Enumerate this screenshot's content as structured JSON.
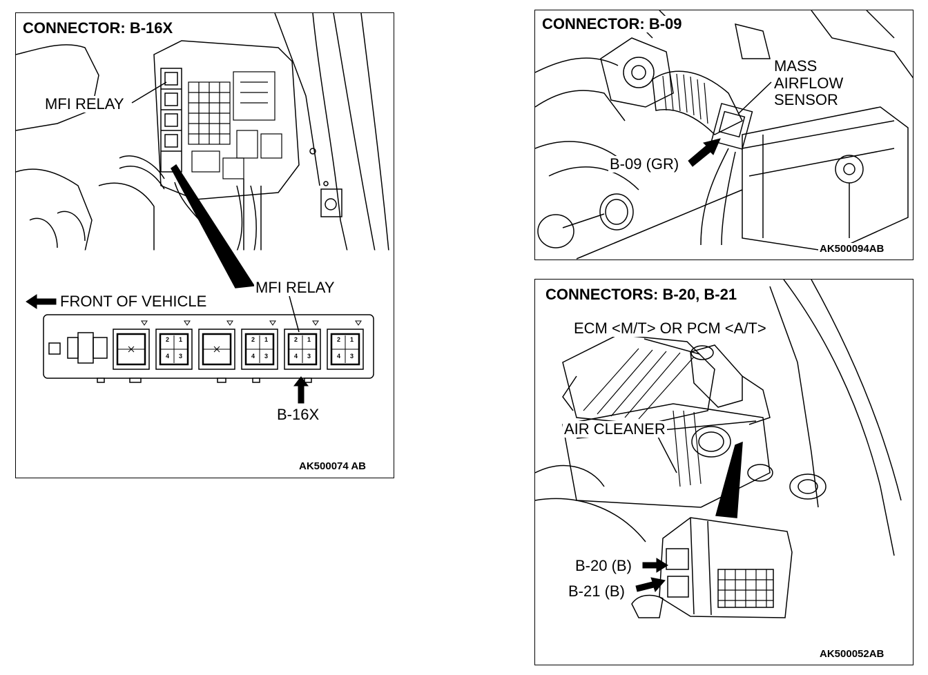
{
  "panel_b16x": {
    "title": "CONNECTOR: B-16X",
    "mfi_relay_top": "MFI RELAY",
    "mfi_relay_bottom": "MFI RELAY",
    "front_of_vehicle": "FRONT OF VEHICLE",
    "connector": "B-16X",
    "code": "AK500074 AB",
    "relay_pins": [
      "2",
      "1",
      "4",
      "3"
    ]
  },
  "panel_b09": {
    "title": "CONNECTOR: B-09",
    "sensor_line1": "MASS",
    "sensor_line2": "AIRFLOW",
    "sensor_line3": "SENSOR",
    "connector": "B-09 (GR)",
    "code": "AK500094AB"
  },
  "panel_b20_b21": {
    "title": "CONNECTORS: B-20, B-21",
    "ecm": "ECM <M/T> OR PCM <A/T>",
    "air_cleaner": "AIR CLEANER",
    "connector_b20": "B-20 (B)",
    "connector_b21": "B-21 (B)",
    "code": "AK500052AB"
  }
}
